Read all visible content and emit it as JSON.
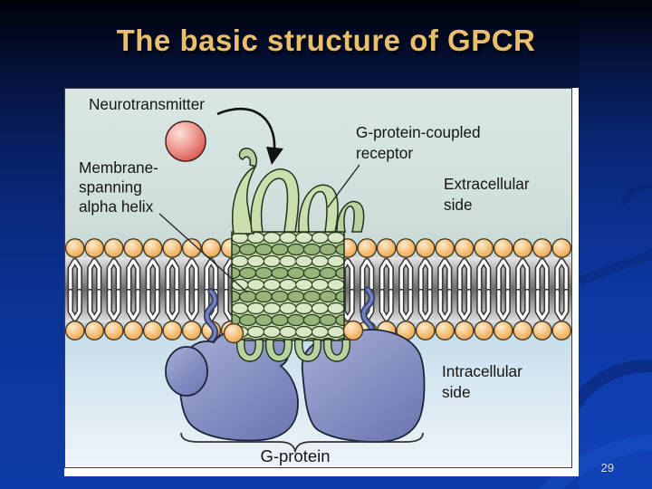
{
  "slide": {
    "title": "The basic structure of GPCR",
    "page_number": "29"
  },
  "diagram": {
    "labels": {
      "neurotransmitter": "Neurotransmitter",
      "membrane_spanning_line1": "Membrane-",
      "membrane_spanning_line2": "spanning",
      "membrane_spanning_line3": "alpha helix",
      "receptor_line1": "G-protein-coupled",
      "receptor_line2": "receptor",
      "extracellular_line1": "Extracellular",
      "extracellular_line2": "side",
      "intracellular_line1": "Intracellular",
      "intracellular_line2": "side",
      "g_protein": "G-protein"
    }
  },
  "colors": {
    "background_top": "#010309",
    "background_bottom": "#0d3ca8",
    "title_text": "#e8bf6d",
    "page_number_text": "#dcdcdc",
    "diagram_background": "#d6e5e1",
    "membrane_head_orange": "#f0b66b",
    "membrane_core_gray": "#6b6b6b",
    "receptor_green": "#c9dfae",
    "g_protein_purple": "#8a93c4",
    "neurotransmitter_red": "#d9564e",
    "label_text": "#151515"
  }
}
